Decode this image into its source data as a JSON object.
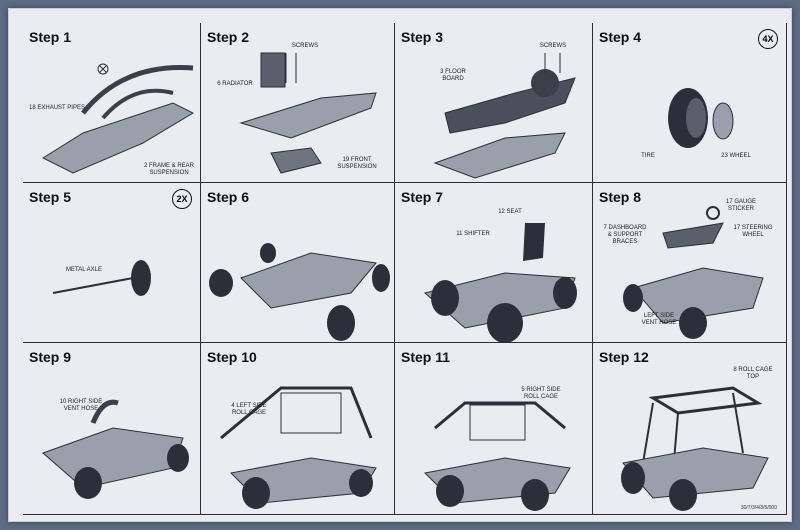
{
  "sheet": {
    "part_code": "30/7/3/4/3/5/000"
  },
  "steps": [
    {
      "title": "Step 1",
      "labels": [
        "18 EXHAUST PIPES",
        "2 FRAME & REAR SUSPENSION"
      ]
    },
    {
      "title": "Step 2",
      "labels": [
        "SCREWS",
        "6 RADIATOR",
        "19 FRONT SUSPENSION"
      ]
    },
    {
      "title": "Step 3",
      "labels": [
        "SCREWS",
        "3 FLOOR BOARD"
      ]
    },
    {
      "title": "Step 4",
      "multiplier": "4X",
      "labels": [
        "TIRE",
        "23 WHEEL"
      ]
    },
    {
      "title": "Step 5",
      "multiplier": "2X",
      "labels": [
        "METAL AXLE"
      ]
    },
    {
      "title": "Step 6",
      "labels": []
    },
    {
      "title": "Step 7",
      "labels": [
        "12 SEAT",
        "11 SHIFTER"
      ]
    },
    {
      "title": "Step 8",
      "labels": [
        "17 GAUGE STICKER",
        "7 DASHBOARD & SUPPORT BRACES",
        "17 STEERING WHEEL",
        "LEFT SIDE VENT HOSE"
      ]
    },
    {
      "title": "Step 9",
      "labels": [
        "10 RIGHT SIDE VENT HOSE"
      ]
    },
    {
      "title": "Step 10",
      "labels": [
        "4 LEFT SIDE ROLL CAGE"
      ]
    },
    {
      "title": "Step 11",
      "labels": [
        "5 RIGHT SIDE ROLL CAGE"
      ]
    },
    {
      "title": "Step 12",
      "labels": [
        "8 ROLL CAGE TOP"
      ]
    }
  ],
  "colors": {
    "ink": "#2a2f3a",
    "part_gray": "#9aa0ab",
    "part_dark": "#3a3f4a",
    "paper": "#e9ecf1"
  },
  "icons": {
    "sprue_marker": "crossed-circle-icon"
  }
}
